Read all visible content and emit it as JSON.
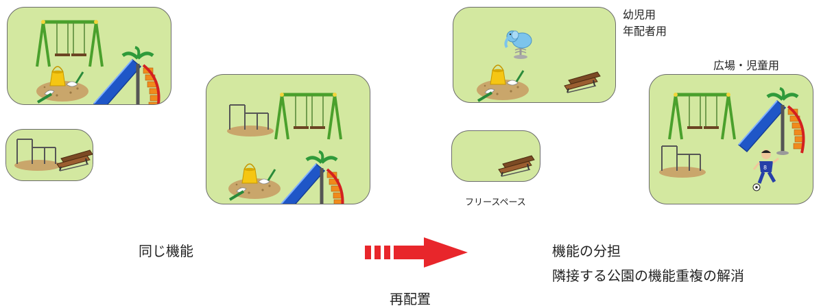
{
  "labels": {
    "before": "同じ機能",
    "action": "再配置",
    "after_line1": "機能の分担",
    "after_line2": "隣接する公園の機能重複の解消",
    "infant_line1": "幼児用",
    "infant_line2": "年配者用",
    "plaza": "広場・児童用",
    "free_space": "フリースペース"
  },
  "colors": {
    "park_fill": "#d3e8a0",
    "park_border": "#6b6b6b",
    "arrow": "#e8262b"
  }
}
